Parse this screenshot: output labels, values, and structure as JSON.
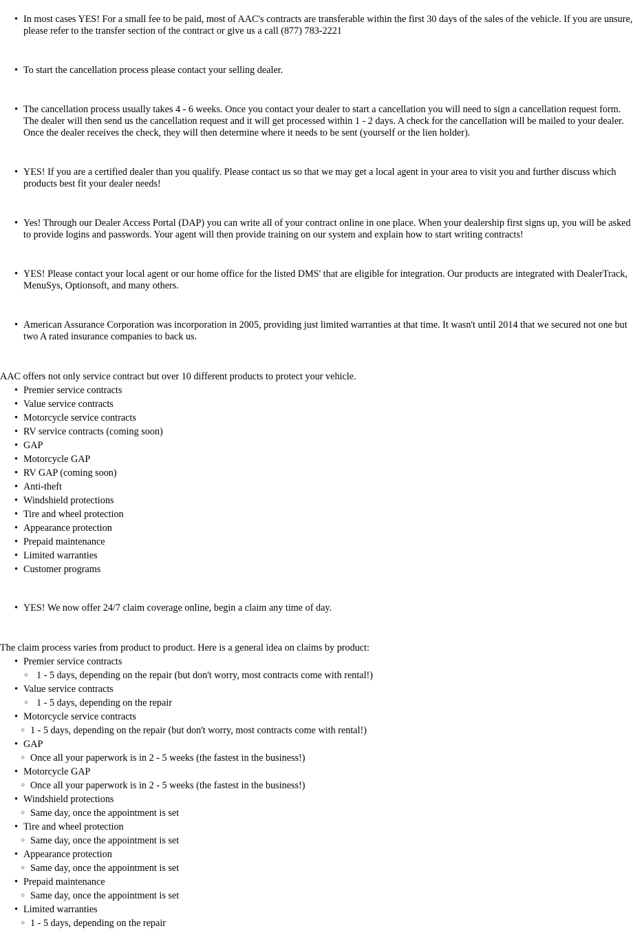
{
  "faq_answers": {
    "transfer": "In most cases YES! For a small fee to be paid, most of AAC's contracts are transferable within the first 30 days of the sales of the vehicle. If you are unsure, please refer to the transfer section of the contract or give us a call (877) 783-2221",
    "cancel_start": "To start the cancellation process please contact your selling dealer.",
    "cancel_process": "The cancellation process usually takes 4 - 6 weeks. Once you contact your dealer to start a cancellation you will need to sign a cancellation request form. The dealer will then send us the cancellation request and it will get processed within 1 - 2 days. A check for the cancellation will be mailed to your dealer. Once the dealer receives the check, they will then determine where it needs to be sent (yourself or the lien holder).",
    "dealer_qualify": "YES! If you are a certified dealer than you qualify. Please contact us so that we may get a local agent in your area to visit you and further discuss which products best fit your dealer needs!",
    "online_portal": "Yes! Through our Dealer Access Portal (DAP) you can write all of your contract online in one place. When your dealership first signs up, you will be asked to provide logins and passwords. Your agent will then provide training on our system and explain how to start writing contracts!",
    "dms_integration": "YES! Please contact your local agent or our home office for the listed DMS' that are eligible for integration. Our products are integrated with DealerTrack, MenuSys, Optionsoft, and many others.",
    "history": "American Assurance Corporation was incorporation in 2005, providing just limited warranties at that time. It wasn't until 2014 that we secured not one but two A rated insurance companies to back us.",
    "claims_online": "YES! We now offer 24/7 claim coverage online, begin a claim any time of day."
  },
  "products": {
    "intro": "AAC offers not only service contract but over 10 different products to protect your vehicle.",
    "items": [
      "Premier service contracts",
      "Value service contracts",
      "Motorcycle service contracts",
      "RV service contracts (coming soon)",
      "GAP",
      "Motorcycle GAP",
      "RV GAP (coming soon)",
      "Anti-theft",
      "Windshield protections",
      "Tire and wheel protection",
      "Appearance protection",
      "Prepaid maintenance",
      "Limited warranties",
      "Customer programs"
    ]
  },
  "claims": {
    "intro": "The claim process varies from product to product. Here is a general idea on claims by product:",
    "items": [
      {
        "product": "Premier service contracts",
        "detail": "1 - 5 days, depending on the repair (but don't worry, most contracts come with rental!)"
      },
      {
        "product": "Value service contracts",
        "detail": "1 - 5 days, depending on the repair"
      },
      {
        "product": "Motorcycle service contracts",
        "detail": "1 - 5 days, depending on the repair (but don't worry, most contracts come with rental!)"
      },
      {
        "product": "GAP",
        "detail": "Once all your paperwork is in 2 - 5 weeks (the fastest in the business!)"
      },
      {
        "product": "Motorcycle GAP",
        "detail": "Once all your paperwork is in 2 - 5 weeks (the fastest in the business!)"
      },
      {
        "product": "Windshield protections",
        "detail": "Same day, once the appointment is set"
      },
      {
        "product": "Tire and wheel protection",
        "detail": "Same day, once the appointment is set"
      },
      {
        "product": "Appearance protection",
        "detail": "Same day, once the appointment is set"
      },
      {
        "product": "Prepaid maintenance",
        "detail": "Same day, once the appointment is set"
      },
      {
        "product": "Limited warranties",
        "detail": "1 - 5 days, depending on the repair"
      }
    ]
  }
}
